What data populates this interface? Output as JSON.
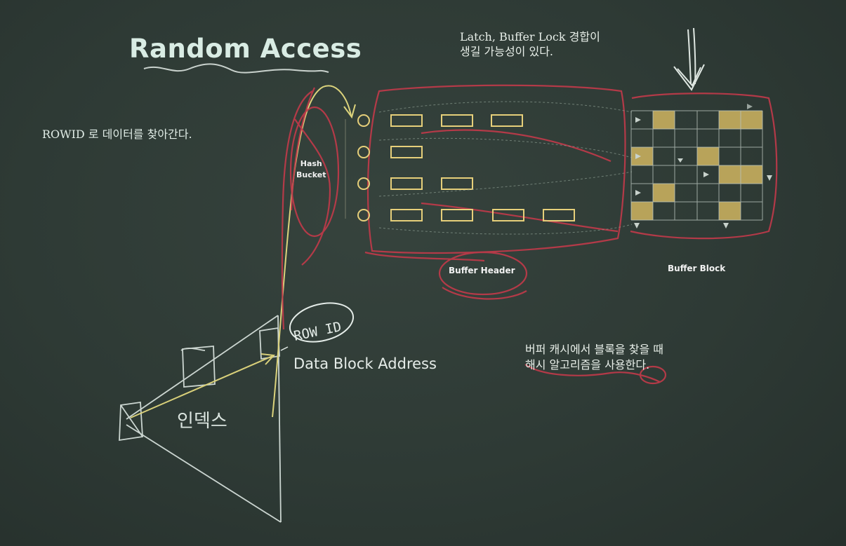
{
  "title": "Random Access",
  "notes": {
    "rowid": "ROWID 로 데이터를 찾아간다.",
    "latch_line1": "Latch, Buffer Lock 경합이",
    "latch_line2": "생길 가능성이 있다.",
    "hash_line1": "버퍼 캐시에서 블록을 찾을 때",
    "hash_line2": "해시 알고리즘을 사용한다."
  },
  "labels": {
    "hash_bucket_line1": "Hash",
    "hash_bucket_line2": "Bucket",
    "buffer_header": "Buffer Header",
    "buffer_block": "Buffer Block",
    "data_block_address": "Data Block Address",
    "index": "인덱스",
    "rowid_handwritten": "ROW ID"
  },
  "colors": {
    "chalk_white": "#e4ece8",
    "chalk_yellow": "#e8d27a",
    "chalk_red": "#c23a4a",
    "block_fill": "#b8a35a",
    "board": "#2f3b36"
  }
}
